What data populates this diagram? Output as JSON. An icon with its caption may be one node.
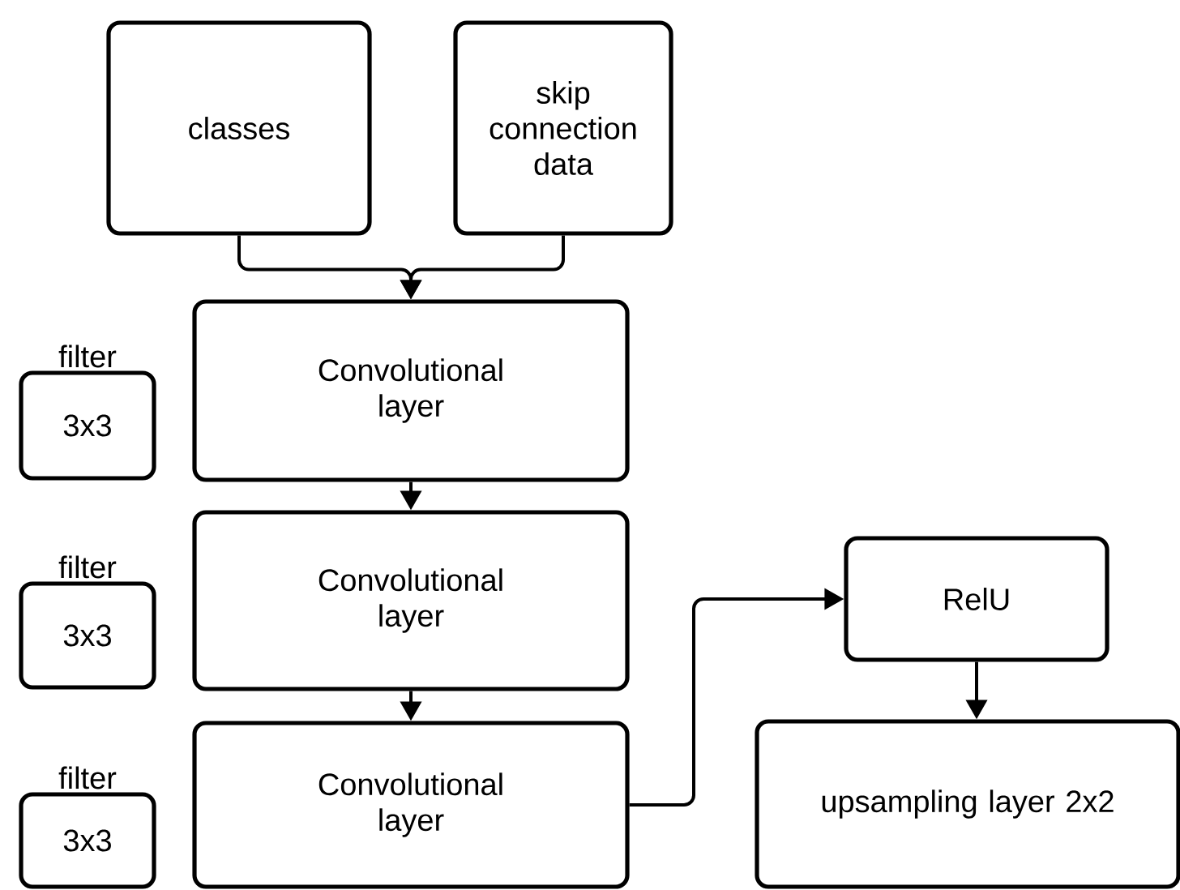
{
  "diagram": {
    "nodes": [
      {
        "text": [
          "classes"
        ]
      },
      {
        "text": [
          "skip connection data"
        ]
      },
      {
        "text": [
          "filter",
          "3x3"
        ]
      },
      {
        "text": [
          "Convolutional layer"
        ]
      },
      {
        "text": [
          "filter",
          "3x3"
        ]
      },
      {
        "text": [
          "Convolutional layer"
        ]
      },
      {
        "text": [
          "filter",
          "3x3"
        ]
      },
      {
        "text": [
          "Convolutional layer"
        ]
      },
      {
        "text": [
          "RelU"
        ]
      },
      {
        "text": [
          "upsampling layer 2x2"
        ]
      }
    ],
    "edges": [
      {
        "from": 0,
        "to": 3,
        "arrow": "to"
      },
      {
        "from": 1,
        "to": 3,
        "arrow": "to"
      },
      {
        "from": 3,
        "to": 5,
        "arrow": "to"
      },
      {
        "from": 5,
        "to": 7,
        "arrow": "to"
      },
      {
        "from": 7,
        "to": 8,
        "arrow": "to"
      },
      {
        "from": 8,
        "to": 9,
        "arrow": "to"
      }
    ]
  }
}
